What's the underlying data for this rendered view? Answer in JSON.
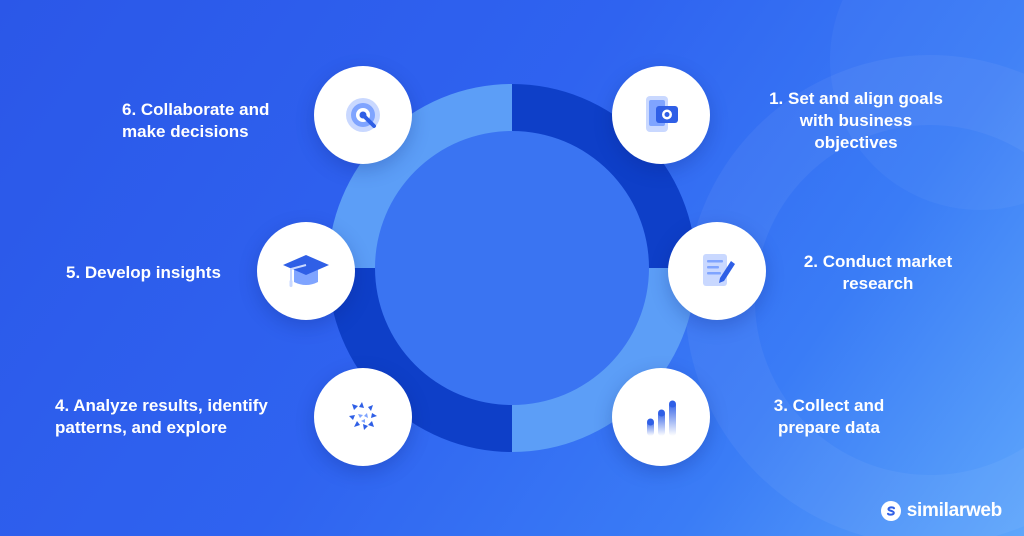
{
  "steps": [
    {
      "number": "1.",
      "label": "Set and align goals\nwith business\nobjectives",
      "icon": "phone-camera-icon"
    },
    {
      "number": "2.",
      "label": "Conduct market\nresearch",
      "icon": "document-pencil-icon"
    },
    {
      "number": "3.",
      "label": "Collect and\nprepare data",
      "icon": "bar-chart-icon"
    },
    {
      "number": "4.",
      "label": "Analyze results, identify\npatterns, and explore",
      "icon": "scatter-arrows-icon"
    },
    {
      "number": "5.",
      "label": "Develop insights",
      "icon": "graduation-cap-icon"
    },
    {
      "number": "6.",
      "label": "Collaborate and\nmake decisions",
      "icon": "target-icon"
    }
  ],
  "labels": {
    "step1": "1.     Set and align goals\nwith business\nobjectives",
    "step2": "2. Conduct market\nresearch",
    "step3": "3. Collect and\nprepare data",
    "step4": "4. Analyze results, identify\npatterns, and explore",
    "step5": "5. Develop insights",
    "step6": "6. Collaborate and\nmake decisions"
  },
  "brand": {
    "name": "similarweb",
    "icon": "similarweb-logo-icon"
  },
  "colors": {
    "background_start": "#2b57e8",
    "background_end": "#5ea6fb",
    "ring_dark": "#0e3fc8",
    "ring_light": "#5c9ef7",
    "ring_mid": "#3b7df3",
    "icon_circle": "#ffffff",
    "text": "#ffffff"
  }
}
